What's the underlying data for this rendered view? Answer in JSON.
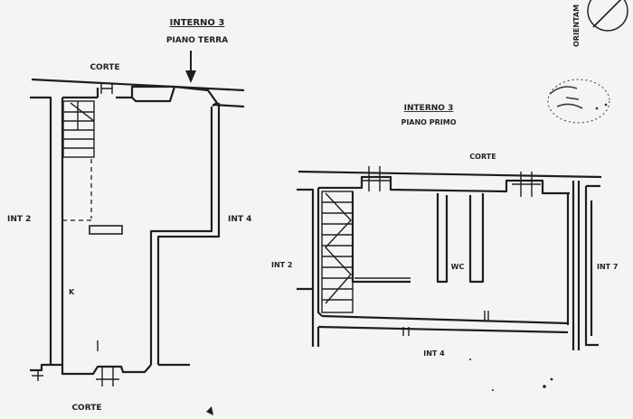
{
  "ground_floor": {
    "title": "INTERNO 3",
    "subtitle": "PIANO TERRA",
    "courtyard_top": "CORTE",
    "courtyard_bottom": "CORTE",
    "left_neighbor": "INT 2",
    "right_neighbor": "INT 4",
    "room_mark": "K"
  },
  "first_floor": {
    "title": "INTERNO 3",
    "subtitle": "PIANO PRIMO",
    "courtyard_top": "CORTE",
    "left_neighbor": "INT 2",
    "right_neighbor": "INT 7",
    "bottom_neighbor": "INT 4",
    "bathroom": "WC"
  },
  "corner": {
    "orientation_label": "ORIENTAM"
  },
  "colors": {
    "ink": "#1e1e1e",
    "paper": "#f4f4f2",
    "stamp": "#3a3a3a"
  }
}
